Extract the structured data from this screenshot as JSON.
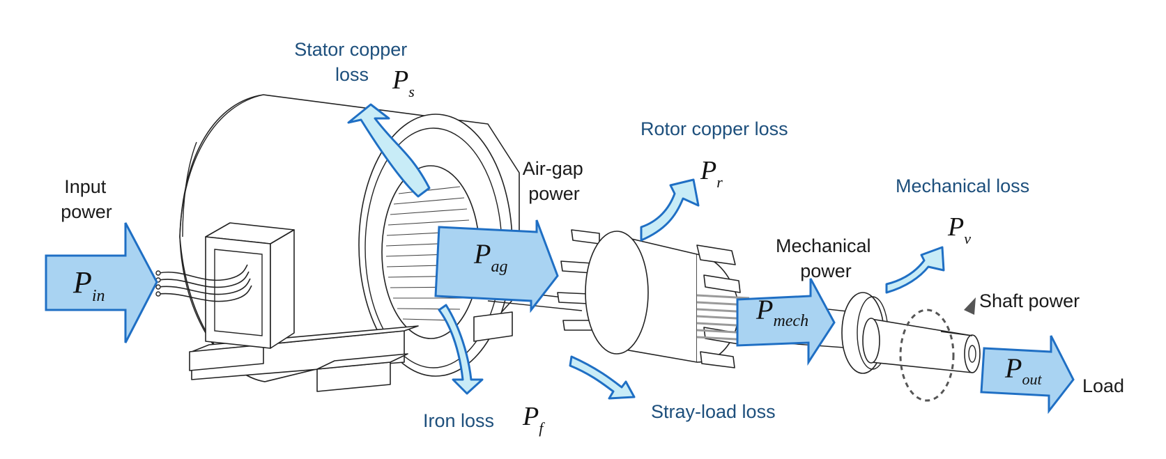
{
  "colors": {
    "label_blue": "#1d4f7c",
    "arrow_fill_main": "#a9d3f2",
    "arrow_fill_loss": "#c8ecf7",
    "arrow_stroke": "#1f6fc4"
  },
  "labels": {
    "input_power_l1": "Input",
    "input_power_l2": "power",
    "stator_copper_loss_l1": "Stator copper",
    "stator_copper_loss_l2": "loss",
    "airgap_power_l1": "Air-gap",
    "airgap_power_l2": "power",
    "rotor_copper_loss": "Rotor copper loss",
    "mechanical_loss": "Mechanical loss",
    "mechanical_power_l1": "Mechanical",
    "mechanical_power_l2": "power",
    "shaft_power": "Shaft power",
    "load": "Load",
    "iron_loss": "Iron loss",
    "stray_load_loss": "Stray-load loss"
  },
  "symbols": {
    "P_in": {
      "base": "P",
      "sub": "in"
    },
    "P_ag": {
      "base": "P",
      "sub": "ag"
    },
    "P_s": {
      "base": "P",
      "sub": "s"
    },
    "P_r": {
      "base": "P",
      "sub": "r"
    },
    "P_v": {
      "base": "P",
      "sub": "v"
    },
    "P_mech": {
      "base": "P",
      "sub": "mech"
    },
    "P_out": {
      "base": "P",
      "sub": "out"
    },
    "P_f": {
      "base": "P",
      "sub": "f"
    }
  }
}
